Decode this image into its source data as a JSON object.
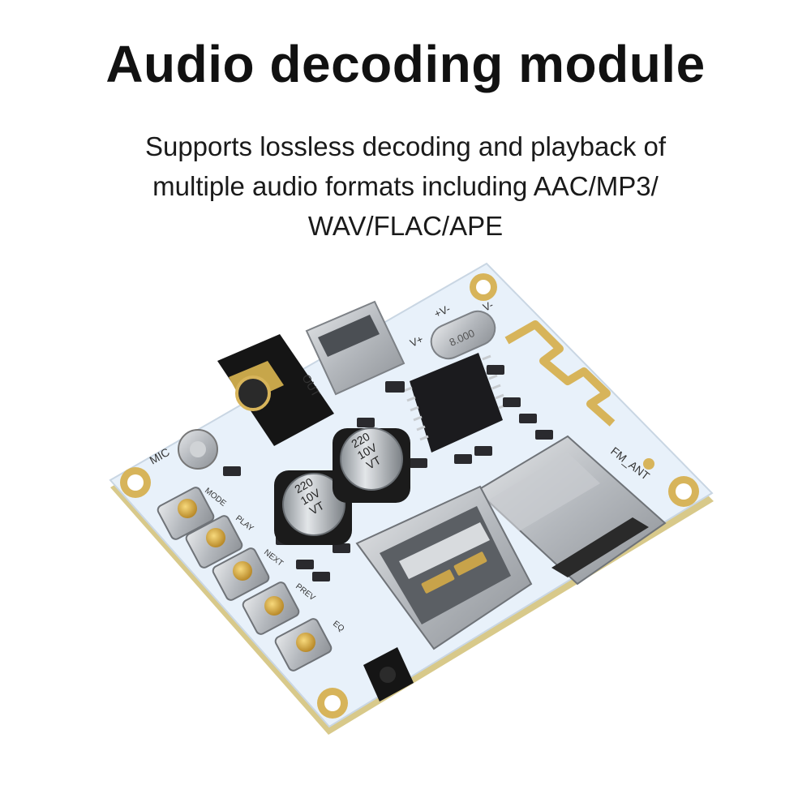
{
  "header": {
    "title": "Audio decoding module",
    "subtitle_lines": [
      "Supports lossless decoding and playback of",
      "multiple audio formats including AAC/MP3/",
      "WAV/FLAC/APE"
    ]
  },
  "board": {
    "silkscreen": {
      "mic": "MIC",
      "fm_ant": "FM_ANT",
      "out": "OUT",
      "v_plus": "V+",
      "v_minus": "V-",
      "polarity": "+V-",
      "btn_mode": "MODE",
      "btn_play": "PLAY",
      "btn_next": "NEXT",
      "btn_prev": "PREV",
      "btn_eq": "EQ"
    },
    "capacitor_left": {
      "line1": "220",
      "line2": "10V",
      "line3": "VT"
    },
    "capacitor_right": {
      "line1": "220",
      "line2": "10V",
      "line3": "VT"
    },
    "crystal": "8.000"
  },
  "colors": {
    "pcb": "#e8f1fa",
    "pcb_edge": "#c9d6e3",
    "gold": "#d7b45a",
    "metal": "#b9bcc0",
    "chip": "#1b1b1e"
  }
}
